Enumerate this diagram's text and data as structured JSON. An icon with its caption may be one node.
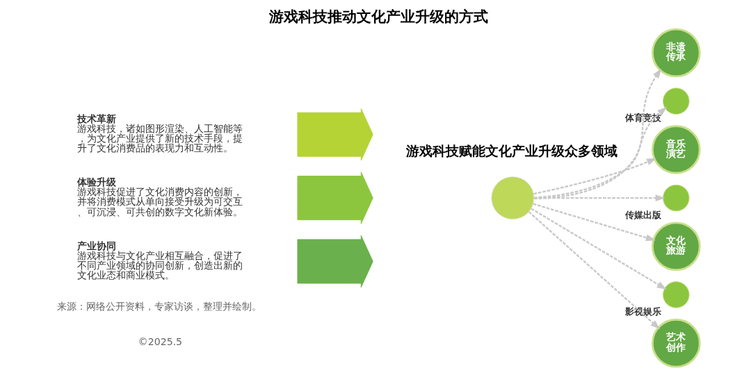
{
  "diagram": {
    "title": "游戏科技推动文化产业升级的方式",
    "nodes": [
      {
        "text": [],
        "shape": "arrow",
        "beside": [
          "技术革新",
          "游戏科技，诸如图形渲染、人工智能等，为文化产业提供了新的技术手段，提升了文化消费品的表现力和互动性。"
        ]
      },
      {
        "text": [],
        "shape": "arrow",
        "beside": [
          "体验升级",
          "游戏科技促进了文化消费内容的创新，并将消费模式从单向接受升级为可交互、可沉浸、可共创的数字文化新体验。"
        ]
      },
      {
        "text": [],
        "shape": "arrow",
        "beside": [
          "产业协同",
          "游戏科技与文化产业相互融合，促进了不同产业领域的协同创新，创造出新的文化业态和商业模式。"
        ]
      },
      {
        "text": [],
        "shape": "circle"
      },
      {
        "text": [
          "非遗传承"
        ]
      },
      {
        "text": [],
        "shape": "circle",
        "beside": [
          "体育竞技"
        ]
      },
      {
        "text": [
          "音乐演艺"
        ]
      },
      {
        "text": [],
        "shape": "circle",
        "beside": [
          "传媒出版"
        ]
      },
      {
        "text": [
          "文化旅游"
        ]
      },
      {
        "text": [],
        "shape": "circle",
        "beside": [
          "影视娱乐"
        ]
      },
      {
        "text": [
          "艺术创作"
        ]
      }
    ],
    "edges": [
      {
        "from": 3,
        "to": 4,
        "arrow": "to",
        "style": "dashed"
      },
      {
        "from": 3,
        "to": 5,
        "arrow": "to",
        "style": "dashed"
      },
      {
        "from": 3,
        "to": 6,
        "arrow": "to",
        "style": "dashed"
      },
      {
        "from": 3,
        "to": 7,
        "arrow": "to",
        "style": "dashed"
      },
      {
        "from": 3,
        "to": 8,
        "arrow": "to",
        "style": "dashed"
      },
      {
        "from": 3,
        "to": 9,
        "arrow": "to",
        "style": "dashed"
      },
      {
        "from": 3,
        "to": 10,
        "arrow": "to",
        "style": "dashed"
      }
    ],
    "labels": [
      "游戏科技赋能文化产业升级众多领域",
      "来源：网络公开资料，专家访谈，整理并绘制。",
      "©2025.5"
    ]
  }
}
